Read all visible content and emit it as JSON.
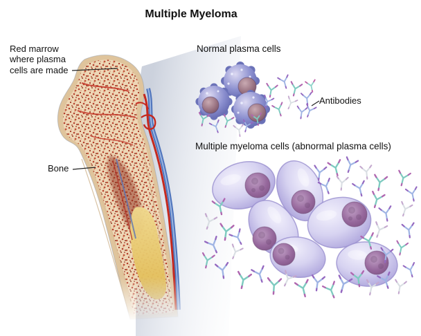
{
  "title": "Multiple Myeloma",
  "bone_panel": {
    "labels": {
      "red_marrow": "Red marrow where plasma cells are made",
      "bone": "Bone"
    },
    "description": "Cut-away femur showing red marrow inside bone with artery and vein"
  },
  "normal_panel": {
    "heading": "Normal plasma cells",
    "antibodies_label": "Antibodies",
    "cell_count": 3
  },
  "myeloma_panel": {
    "heading": "Multiple myeloma cells (abnormal plasma cells)",
    "cell_count": 6
  },
  "icons": {
    "antibody": "y-shaped-antibody-icon"
  },
  "colors": {
    "background": "#FFFFFF",
    "text": "#111111",
    "antibody_teal": "#7ECBC0",
    "antibody_tip_purple": "#B066B0",
    "antibody_periwinkle": "#9FB4E4",
    "antibody_pale": "#D9DEE3",
    "normal_cell_blue": "#6B72B8",
    "myeloma_cell_lavender": "#B3ABDF",
    "nucleus_plum": "#7A4F80",
    "bone_tan": "#DFC49C",
    "marrow_red": "#B6402C",
    "yellow_marrow": "#DFB84E",
    "artery_red": "#C5291F",
    "vein_blue": "#4F74BC",
    "wedge_gray": "#C9CFDB"
  }
}
